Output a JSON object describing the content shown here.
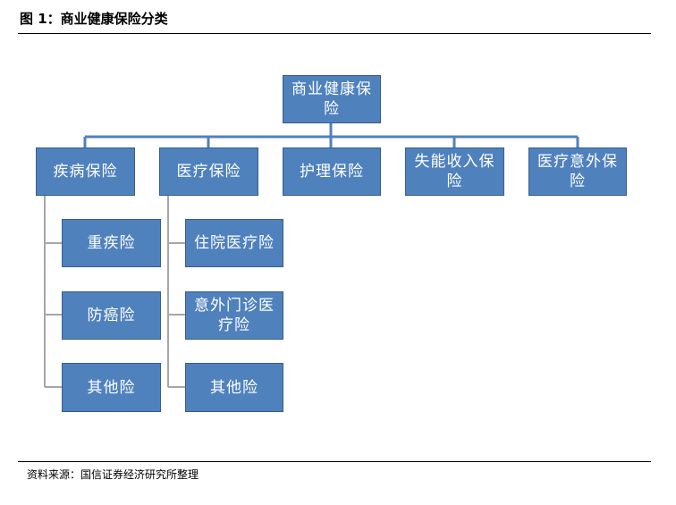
{
  "figure": {
    "title": "图 1：商业健康保险分类",
    "source": "资料来源：国信证券经济研究所整理"
  },
  "root": {
    "label": "商业健康保险"
  },
  "categories": [
    {
      "label": "疾病保险",
      "children": [
        "重疾险",
        "防癌险",
        "其他险"
      ]
    },
    {
      "label": "医疗保险",
      "children": [
        "住院医疗险",
        "意外门诊医疗险",
        "其他险"
      ]
    },
    {
      "label": "护理保险",
      "children": []
    },
    {
      "label": "失能收入保险",
      "children": []
    },
    {
      "label": "医疗意外保险",
      "children": []
    }
  ],
  "colors": {
    "node_fill": "#4f81bd",
    "node_border": "#385d8a",
    "connector": "#4f81bd",
    "node_text": "#ffffff"
  }
}
